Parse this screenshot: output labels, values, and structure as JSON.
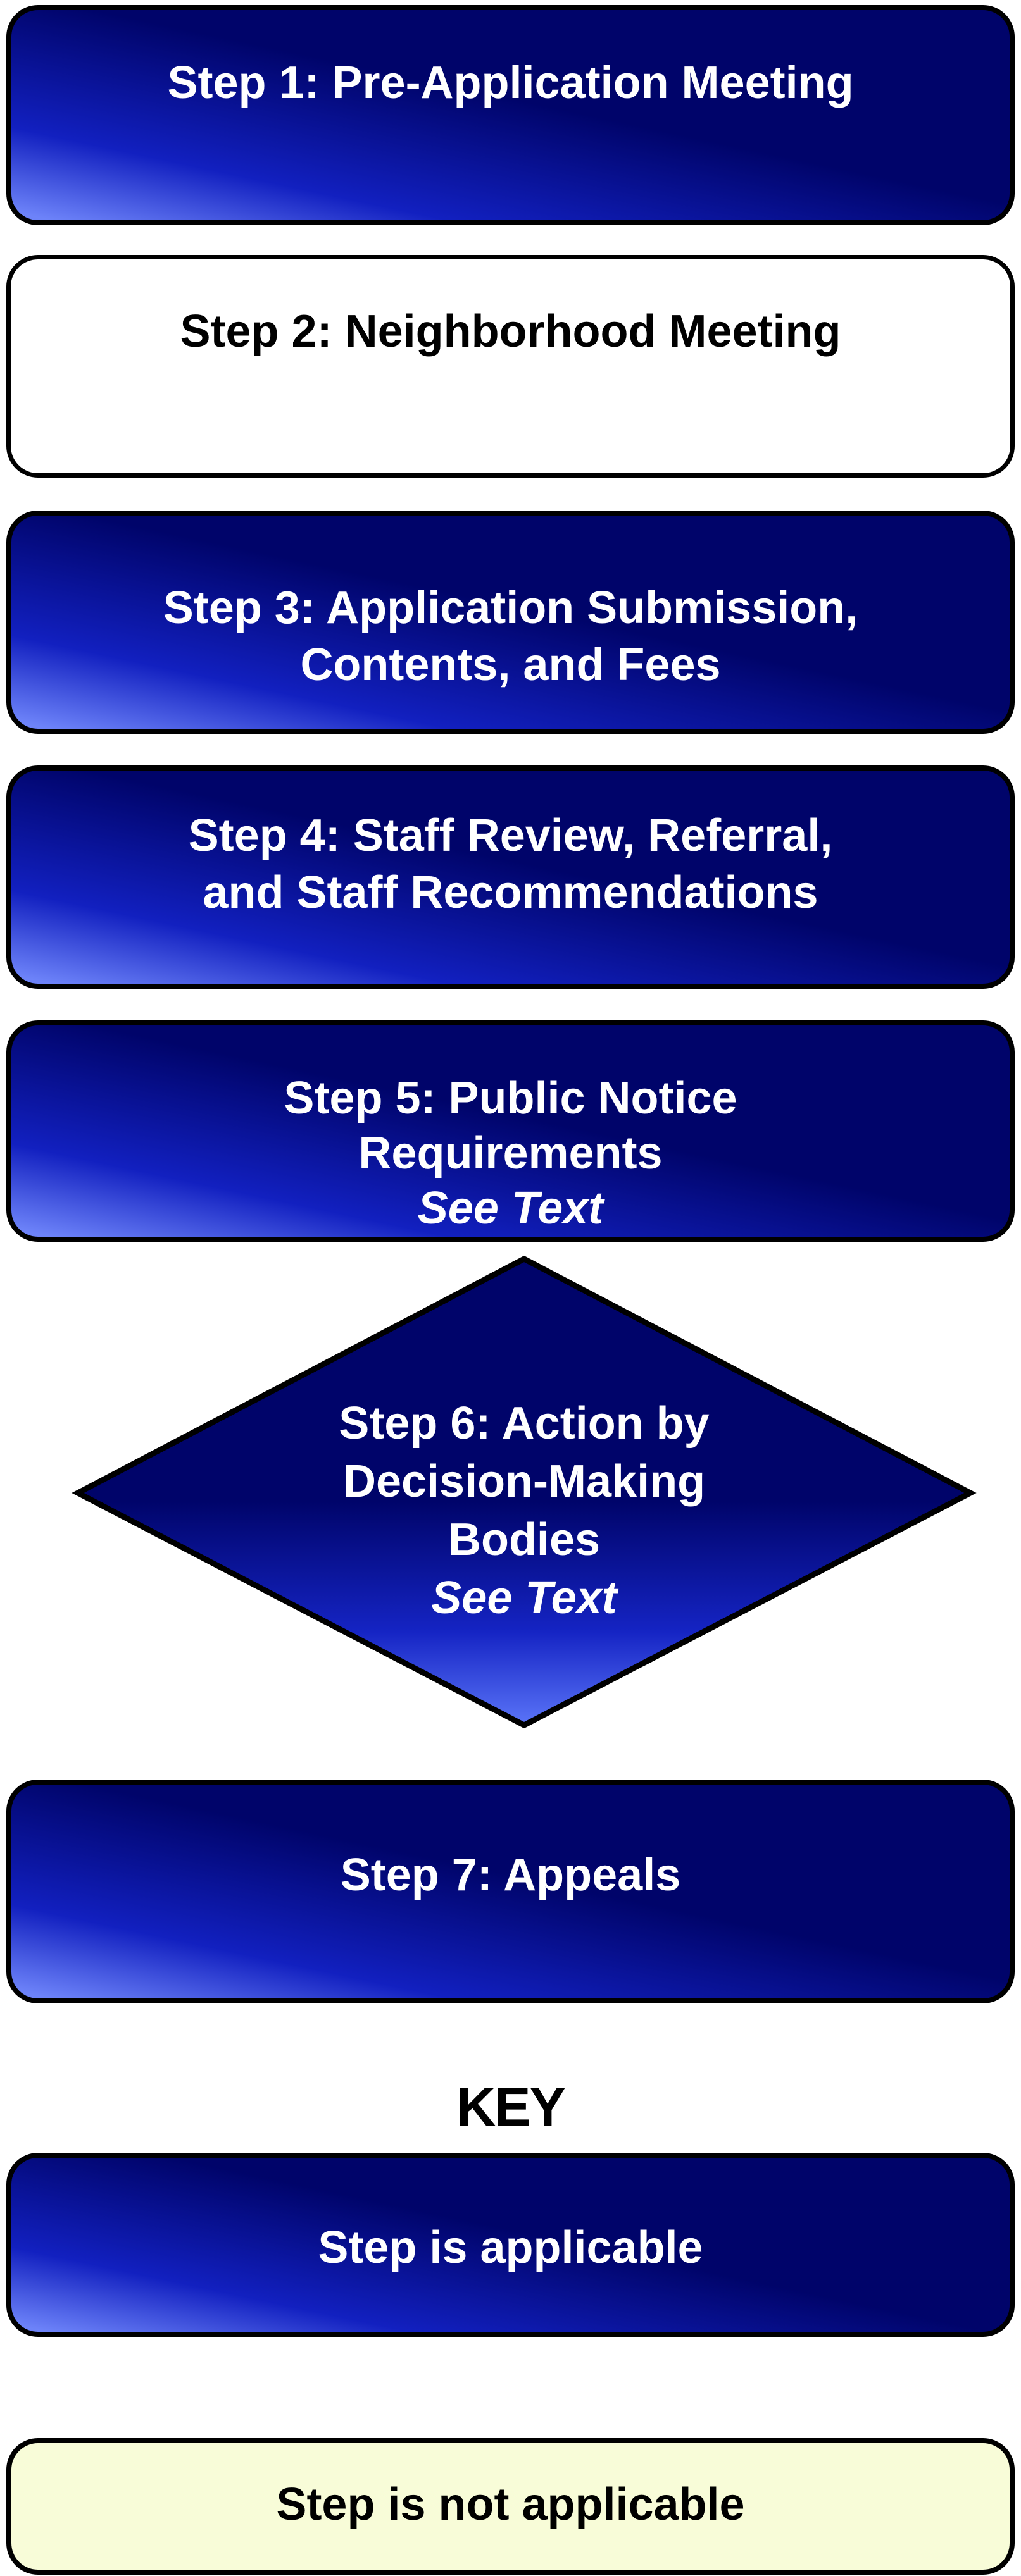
{
  "flowchart": {
    "steps": [
      {
        "id": "step-1",
        "shape": "rounded-rect",
        "variant": "applicable",
        "lines": [
          "Step 1: Pre-Application Meeting"
        ]
      },
      {
        "id": "step-2",
        "shape": "rounded-rect",
        "variant": "white",
        "lines": [
          "Step 2: Neighborhood Meeting"
        ]
      },
      {
        "id": "step-3",
        "shape": "rounded-rect",
        "variant": "applicable",
        "lines": [
          "Step 3: Application Submission,",
          "Contents, and Fees"
        ]
      },
      {
        "id": "step-4",
        "shape": "rounded-rect",
        "variant": "applicable",
        "lines": [
          "Step 4: Staff Review, Referral,",
          "and Staff Recommendations"
        ]
      },
      {
        "id": "step-5",
        "shape": "rounded-rect",
        "variant": "applicable",
        "lines": [
          "Step 5: Public Notice",
          "Requirements"
        ],
        "note": "See Text"
      },
      {
        "id": "step-6",
        "shape": "diamond",
        "variant": "applicable",
        "lines": [
          "Step 6: Action by",
          "Decision-Making",
          "Bodies"
        ],
        "note": "See Text"
      },
      {
        "id": "step-7",
        "shape": "rounded-rect",
        "variant": "applicable",
        "lines": [
          "Step 7: Appeals"
        ]
      }
    ],
    "key": {
      "title": "KEY",
      "items": [
        {
          "label": "Step is applicable",
          "variant": "applicable"
        },
        {
          "label": "Step is not applicable",
          "variant": "not-applicable"
        }
      ]
    },
    "colors": {
      "applicable_top": "#00046a",
      "applicable_mid": "#1220c0",
      "applicable_bottom": "#6d83f9",
      "outline": "#000000",
      "white_fill": "#ffffff",
      "cream_fill": "#f8fcd8",
      "text_on_blue": "#ffffff",
      "text_on_light": "#000000"
    }
  }
}
